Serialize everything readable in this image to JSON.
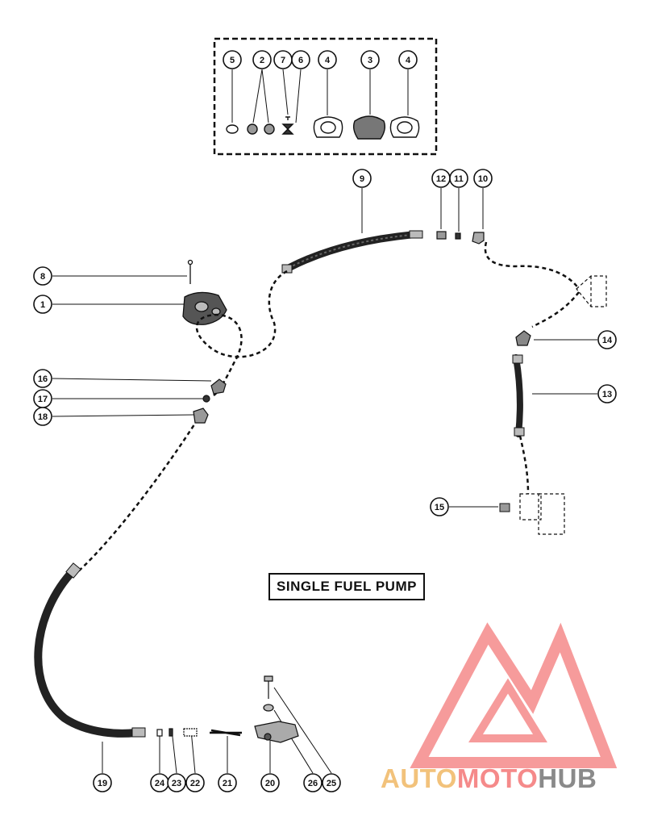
{
  "title": "SINGLE FUEL PUMP",
  "watermark": {
    "part1": "AUTO",
    "part2": "MOTO",
    "part3": "HUB",
    "colors": {
      "auto": "#f2c27b",
      "moto": "#f58a8a",
      "hub": "#8a8a8a",
      "logo": "#f58a8a"
    }
  },
  "callouts": [
    {
      "id": "c5",
      "label": "5"
    },
    {
      "id": "c2",
      "label": "2"
    },
    {
      "id": "c7",
      "label": "7"
    },
    {
      "id": "c6",
      "label": "6"
    },
    {
      "id": "c4a",
      "label": "4"
    },
    {
      "id": "c3",
      "label": "3"
    },
    {
      "id": "c4b",
      "label": "4"
    },
    {
      "id": "c9",
      "label": "9"
    },
    {
      "id": "c12",
      "label": "12"
    },
    {
      "id": "c11",
      "label": "11"
    },
    {
      "id": "c10",
      "label": "10"
    },
    {
      "id": "c8",
      "label": "8"
    },
    {
      "id": "c1",
      "label": "1"
    },
    {
      "id": "c14",
      "label": "14"
    },
    {
      "id": "c13",
      "label": "13"
    },
    {
      "id": "c16",
      "label": "16"
    },
    {
      "id": "c17",
      "label": "17"
    },
    {
      "id": "c18",
      "label": "18"
    },
    {
      "id": "c15",
      "label": "15"
    },
    {
      "id": "c19",
      "label": "19"
    },
    {
      "id": "c24",
      "label": "24"
    },
    {
      "id": "c23",
      "label": "23"
    },
    {
      "id": "c22",
      "label": "22"
    },
    {
      "id": "c21",
      "label": "21"
    },
    {
      "id": "c20",
      "label": "20"
    },
    {
      "id": "c26",
      "label": "26"
    },
    {
      "id": "c25",
      "label": "25"
    }
  ]
}
